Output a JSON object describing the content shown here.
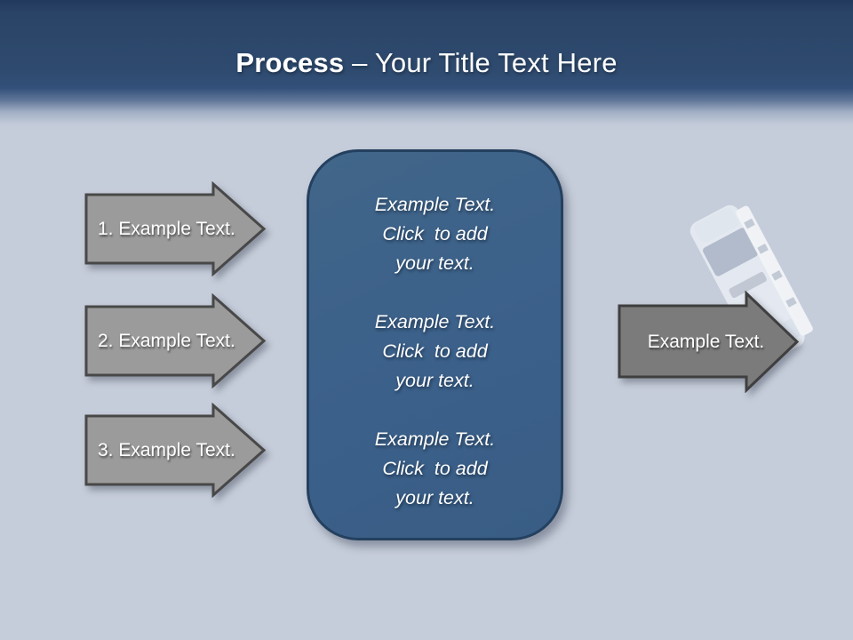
{
  "header": {
    "title_bold": "Process",
    "title_rest": " – Your Title Text Here"
  },
  "left_arrows": [
    {
      "label": "1. Example Text."
    },
    {
      "label": "2. Example Text."
    },
    {
      "label": "3. Example Text."
    }
  ],
  "right_arrow": {
    "label": "Example Text."
  },
  "center_panel": {
    "paragraphs": [
      {
        "lines": [
          "Example Text.",
          "Click  to add",
          "your text."
        ]
      },
      {
        "lines": [
          "Example Text.",
          "Click  to add",
          "your text."
        ]
      },
      {
        "lines": [
          "Example Text.",
          "Click  to add",
          "your text."
        ]
      }
    ]
  },
  "colors": {
    "header_navy": "#2e4a6e",
    "background": "#c6cdda",
    "panel_blue": "#3b608a",
    "panel_border": "#24405f",
    "left_arrow_gray": "#9b9b9b",
    "right_arrow_gray": "#7b7b7b",
    "arrow_border": "#484848",
    "text_white": "#ffffff"
  }
}
